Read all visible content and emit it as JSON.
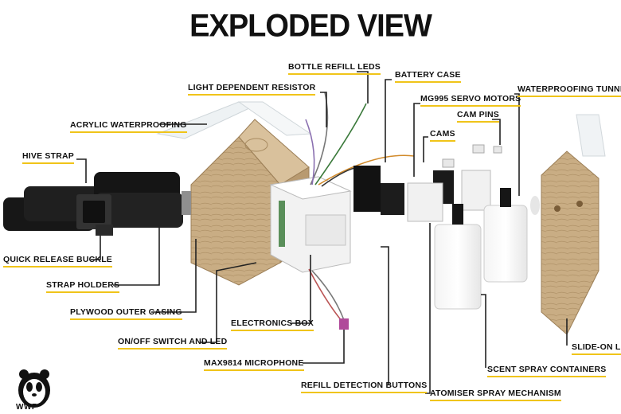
{
  "title": "EXPLODED VIEW",
  "labels": {
    "bottle_refill_leds": "BOTTLE REFILL LEDS",
    "light_dependent_resistor": "LIGHT DEPENDENT RESISTOR",
    "battery_case": "BATTERY CASE",
    "servo_motors": "MG995 SERVO MOTORS",
    "waterproofing_tunnels": "WATERPROOFING TUNNELS",
    "acrylic_waterproofing": "ACRYLIC WATERPROOFING",
    "cam_pins": "CAM PINS",
    "cams": "CAMS",
    "hive_strap": "HIVE STRAP",
    "quick_release_buckle": "QUICK RELEASE BUCKLE",
    "strap_holders": "STRAP HOLDERS",
    "plywood_outer_casing": "PLYWOOD OUTER CASING",
    "electronics_box": "ELECTRONICS BOX",
    "on_off_switch": "ON/OFF SWITCH AND LED",
    "microphone": "MAX9814 MICROPHONE",
    "refill_buttons": "REFILL DETECTION BUTTONS",
    "atomiser": "ATOMISER SPRAY MECHANISM",
    "scent_containers": "SCENT SPRAY CONTAINERS",
    "slide_on_lid": "SLIDE-ON LID"
  },
  "logo": {
    "text": "WWF"
  },
  "colors": {
    "underline": "#f0c419",
    "wood": "#c9ad84",
    "leader": "#222222"
  }
}
